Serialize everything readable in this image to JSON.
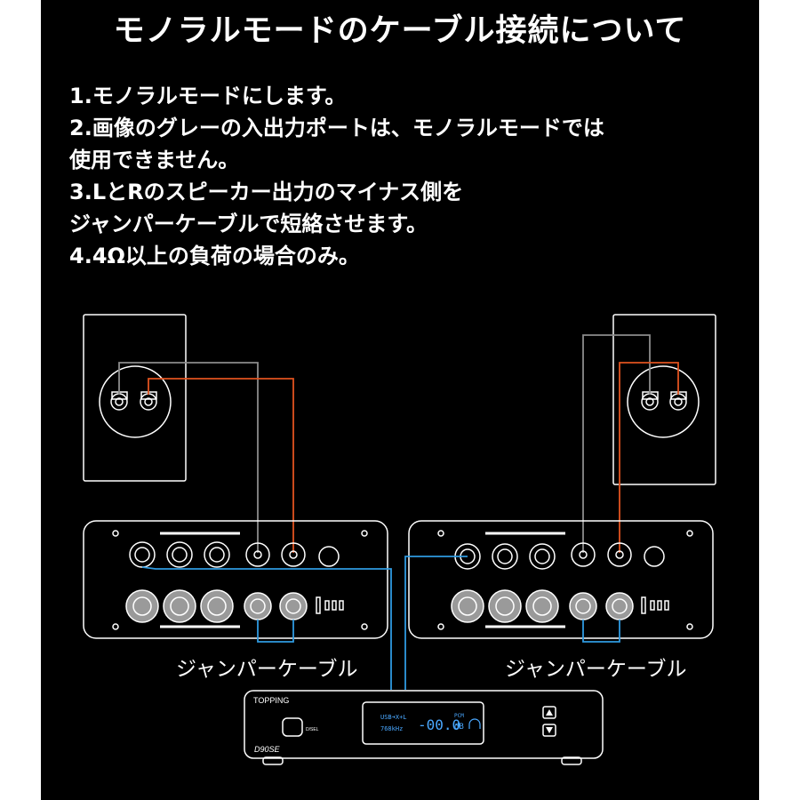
{
  "title": "モノラルモードのケーブル接続について",
  "instructions": [
    "1.モノラルモードにします。",
    "2.画像のグレーの入出力ポートは、モノラルモードでは",
    "使用できません。",
    "3.LとRのスピーカー出力のマイナス側を",
    "ジャンパーケーブルで短絡させます。",
    "4.4Ω以上の負荷の場合のみ。"
  ],
  "amplifiers": [
    {
      "jumper_label": "ジャンパーケーブル"
    },
    {
      "jumper_label": "ジャンパーケーブル"
    }
  ],
  "dac": {
    "brand": "TOPPING",
    "model": "D90SE",
    "button_label": "D/SEL",
    "display_line1": "USB➜X+L",
    "display_line2": "768kHz",
    "display_value": "-00.0",
    "display_format": "PCM",
    "display_unit": "dB"
  },
  "colors": {
    "background": "#000000",
    "outline": "#ffffff",
    "gray_cable": "#8c8c8c",
    "orange_cable": "#e0521f",
    "blue_cable": "#2f9ae0",
    "display_text": "#4aa8ff"
  }
}
